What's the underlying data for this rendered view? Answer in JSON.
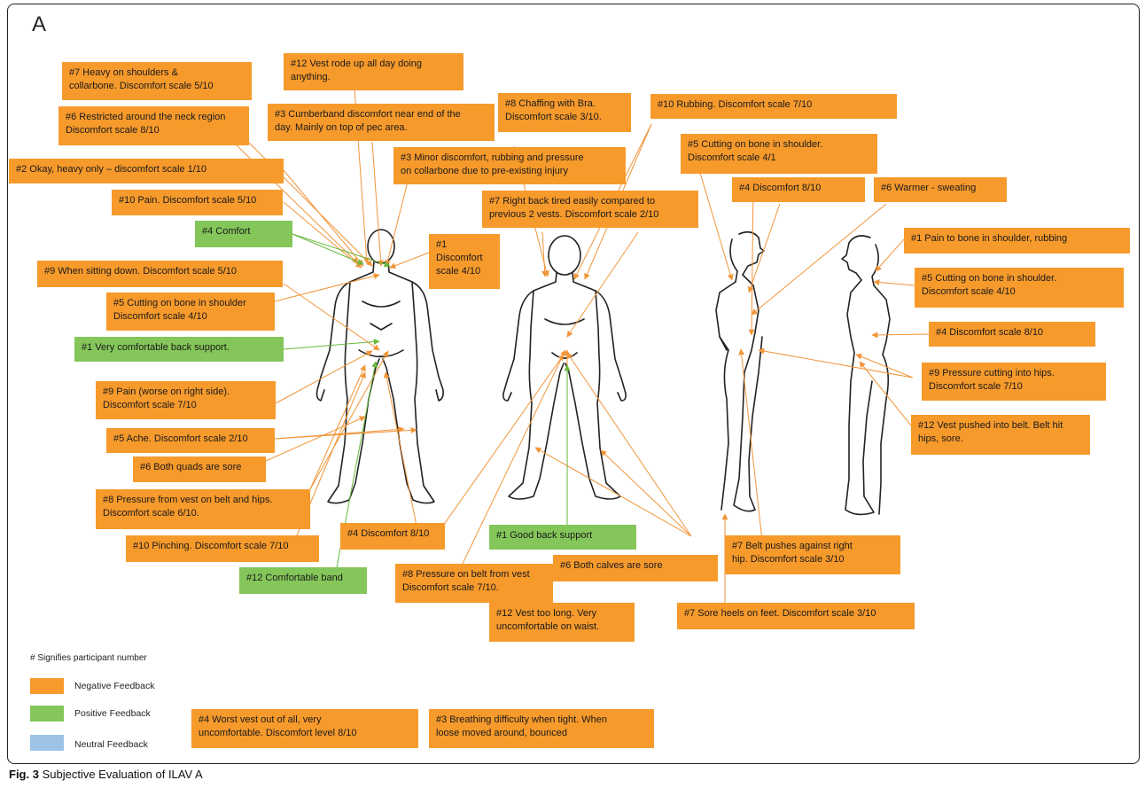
{
  "panel_letter": "A",
  "colors": {
    "negative": "#f79a2c",
    "positive": "#84c659",
    "neutral": "#9dc3e6",
    "line": "#f1953a",
    "line_positive": "#6ab83e"
  },
  "legend": {
    "title": "# Signifies participant number",
    "items": [
      {
        "label": "Negative Feedback",
        "color": "#f79a2c"
      },
      {
        "label": "Positive Feedback",
        "color": "#84c659"
      },
      {
        "label": "Neutral Feedback",
        "color": "#9dc3e6"
      }
    ]
  },
  "caption": {
    "prefix": "Fig. 3",
    "text": "Subjective Evaluation of ILAV A"
  },
  "comments": [
    {
      "text": "#7  Heavy on shoulders &\ncollarbone. Discomfort scale 5/10",
      "type": "negative"
    },
    {
      "text": "#12 Vest rode up all day doing\nanything.",
      "type": "negative"
    },
    {
      "text": "#6 Restricted around the neck region\nDiscomfort scale 8/10",
      "type": "negative"
    },
    {
      "text": "#3 Cumberband discomfort near end of the\nday. Mainly on top of pec area.",
      "type": "negative"
    },
    {
      "text": "#8 Chaffing with Bra.\nDiscomfort scale 3/10.",
      "type": "negative"
    },
    {
      "text": "#10 Rubbing. Discomfort scale 7/10",
      "type": "negative"
    },
    {
      "text": "#5 Cutting on bone in shoulder.\nDiscomfort scale 4/1",
      "type": "negative"
    },
    {
      "text": "#2 Okay, heavy only – discomfort scale 1/10",
      "type": "negative"
    },
    {
      "text": "#3 Minor discomfort, rubbing and pressure\non collarbone due to pre-existing injury",
      "type": "negative"
    },
    {
      "text": "#4  Discomfort 8/10",
      "type": "negative"
    },
    {
      "text": "#6 Warmer - sweating",
      "type": "negative"
    },
    {
      "text": "#10  Pain. Discomfort scale 5/10",
      "type": "negative"
    },
    {
      "text": "#7  Right back tired easily compared to\nprevious 2 vests. Discomfort scale 2/10",
      "type": "negative"
    },
    {
      "text": "#4 Comfort",
      "type": "positive"
    },
    {
      "text": "#1\nDiscomfort\nscale 4/10",
      "type": "negative"
    },
    {
      "text": "#1 Pain to bone in shoulder, rubbing",
      "type": "negative"
    },
    {
      "text": "#9 When sitting down.  Discomfort scale 5/10",
      "type": "negative"
    },
    {
      "text": "#5 Cutting on bone in shoulder.\nDiscomfort scale 4/10",
      "type": "negative"
    },
    {
      "text": "#5 Cutting on bone in shoulder\nDiscomfort scale 4/10",
      "type": "negative"
    },
    {
      "text": "#4  Discomfort scale 8/10",
      "type": "negative"
    },
    {
      "text": "#1 Very comfortable back support.",
      "type": "positive"
    },
    {
      "text": "#9 Pressure cutting into hips.\nDiscomfort scale 7/10",
      "type": "negative"
    },
    {
      "text": "#9 Pain (worse on right side).\nDiscomfort scale 7/10",
      "type": "negative"
    },
    {
      "text": "#12 Vest pushed into belt. Belt hit\nhips, sore.",
      "type": "negative"
    },
    {
      "text": "#5  Ache. Discomfort scale 2/10",
      "type": "negative"
    },
    {
      "text": "#6 Both quads are sore",
      "type": "negative"
    },
    {
      "text": "#8 Pressure from vest on belt and hips.\nDiscomfort scale 6/10.",
      "type": "negative"
    },
    {
      "text": "#4  Discomfort 8/10",
      "type": "negative"
    },
    {
      "text": "#1 Good back support",
      "type": "positive"
    },
    {
      "text": "#7 Belt pushes against right\nhip. Discomfort scale 3/10",
      "type": "negative"
    },
    {
      "text": "#10   Pinching. Discomfort scale 7/10",
      "type": "negative"
    },
    {
      "text": "#8 Pressure on belt from vest\nDiscomfort scale 7/10.",
      "type": "negative"
    },
    {
      "text": "#6 Both calves are sore",
      "type": "negative"
    },
    {
      "text": "#12 Comfortable band",
      "type": "positive"
    },
    {
      "text": "#12 Vest too long. Very\nuncomfortable on waist.",
      "type": "negative"
    },
    {
      "text": "#7 Sore heels on feet. Discomfort scale 3/10",
      "type": "negative"
    },
    {
      "text": "#4 Worst vest out of all, very\nuncomfortable.  Discomfort level 8/10",
      "type": "negative"
    },
    {
      "text": "#3 Breathing difficulty when tight. When\nloose moved around, bounced",
      "type": "negative"
    }
  ]
}
